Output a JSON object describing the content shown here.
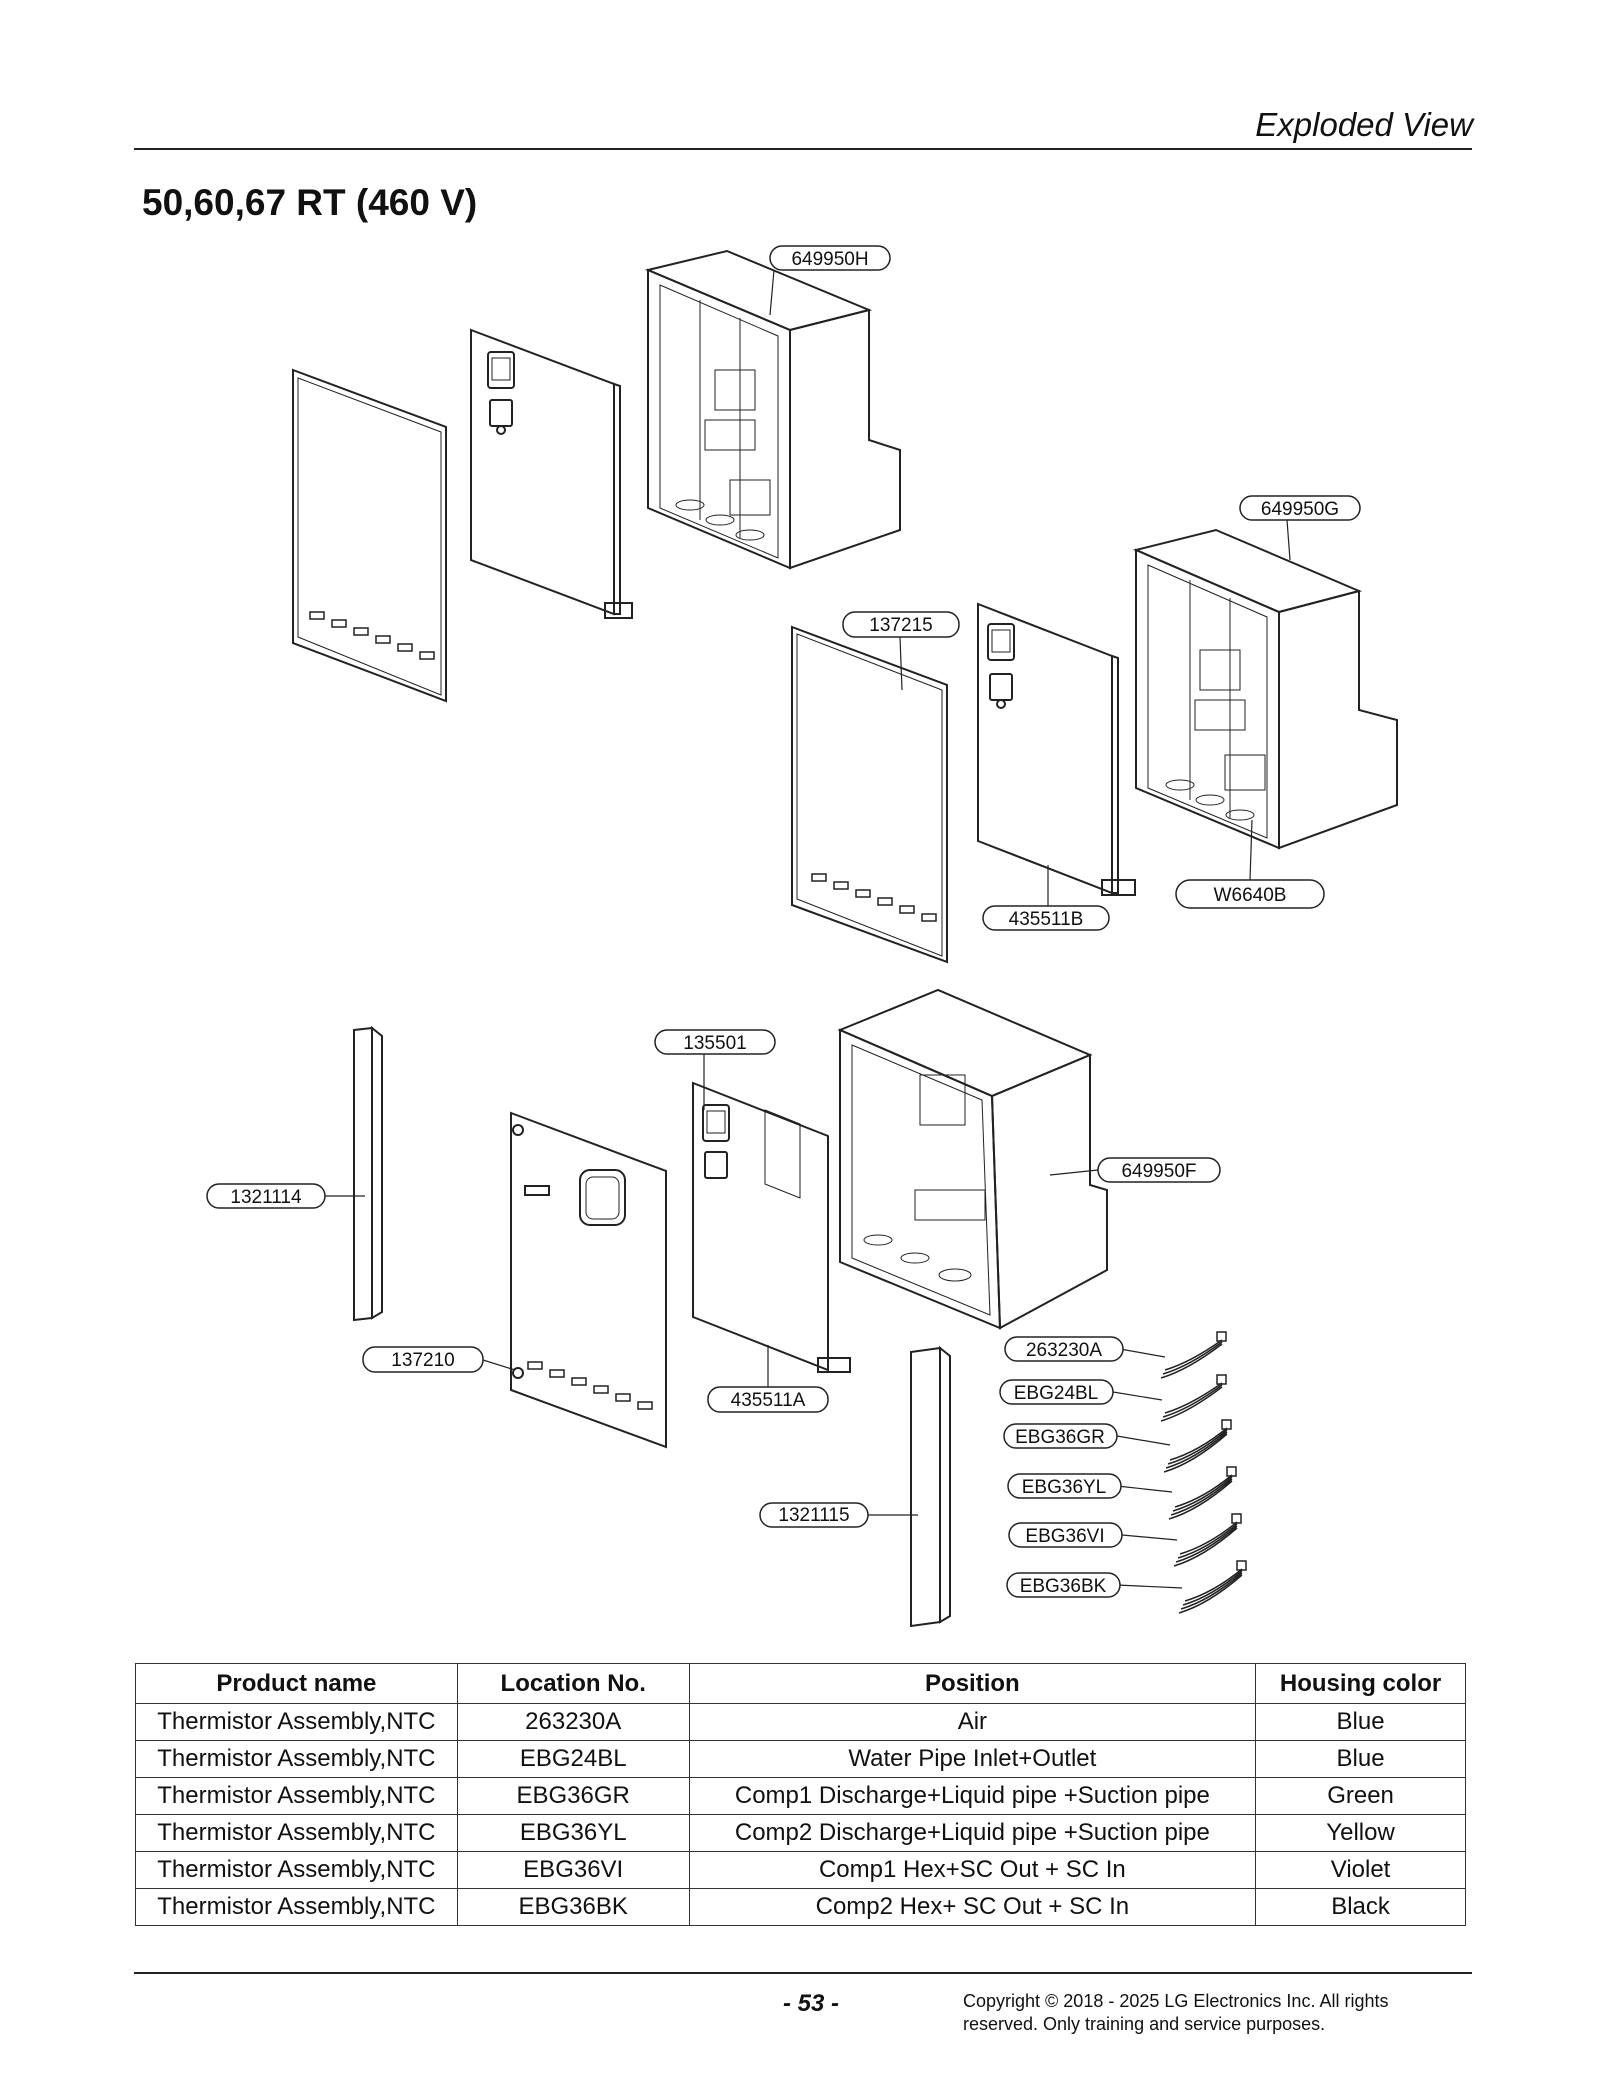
{
  "header": {
    "section_title": "Exploded View"
  },
  "page_title": "50,60,67 RT (460 V)",
  "callouts": [
    "649950H",
    "649950G",
    "137215",
    "W6640B",
    "435511B",
    "135501",
    "649950F",
    "1321114",
    "137210",
    "435511A",
    "1321115",
    "263230A",
    "EBG24BL",
    "EBG36GR",
    "EBG36YL",
    "EBG36VI",
    "EBG36BK"
  ],
  "table": {
    "headers": [
      "Product name",
      "Location No.",
      "Position",
      "Housing color"
    ],
    "rows": [
      [
        "Thermistor Assembly,NTC",
        "263230A",
        "Air",
        "Blue"
      ],
      [
        "Thermistor Assembly,NTC",
        "EBG24BL",
        "Water Pipe Inlet+Outlet",
        "Blue"
      ],
      [
        "Thermistor Assembly,NTC",
        "EBG36GR",
        "Comp1 Discharge+Liquid pipe +Suction pipe",
        "Green"
      ],
      [
        "Thermistor Assembly,NTC",
        "EBG36YL",
        "Comp2 Discharge+Liquid pipe +Suction pipe",
        "Yellow"
      ],
      [
        "Thermistor Assembly,NTC",
        "EBG36VI",
        "Comp1 Hex+SC Out + SC In",
        "Violet"
      ],
      [
        "Thermistor Assembly,NTC",
        "EBG36BK",
        "Comp2 Hex+ SC Out + SC In",
        "Black"
      ]
    ]
  },
  "footer": {
    "page_number": "- 53 -",
    "copyright_line1": "Copyright © 2018 - 2025 LG Electronics Inc. All rights",
    "copyright_line2": "reserved. Only training and service purposes."
  }
}
